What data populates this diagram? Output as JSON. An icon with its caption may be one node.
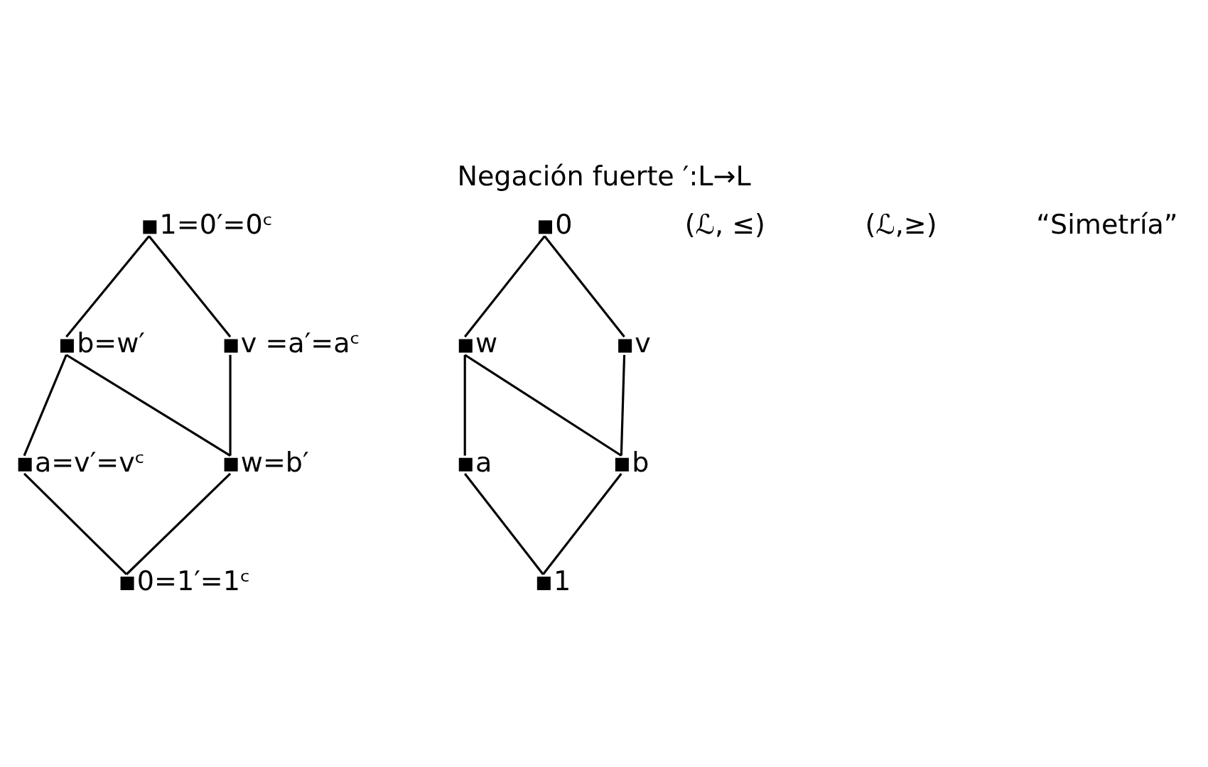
{
  "diagram": {
    "title": "Negación fuerte ′:L→L",
    "nodes": [
      {
        "text": [],
        "shape": "point",
        "beside": [
          "1=0′=0ᶜ"
        ]
      },
      {
        "text": [],
        "shape": "point",
        "beside": [
          "b=w′"
        ]
      },
      {
        "text": [],
        "shape": "point",
        "beside": [
          "v =a′=aᶜ"
        ]
      },
      {
        "text": [],
        "shape": "point",
        "beside": [
          "a=v′=vᶜ"
        ]
      },
      {
        "text": [],
        "shape": "point",
        "beside": [
          "w=b′"
        ]
      },
      {
        "text": [],
        "shape": "point",
        "beside": [
          "0=1′=1ᶜ"
        ]
      },
      {
        "text": [],
        "shape": "point",
        "beside": [
          "0"
        ]
      },
      {
        "text": [],
        "shape": "point",
        "beside": [
          "w"
        ]
      },
      {
        "text": [],
        "shape": "point",
        "beside": [
          "v"
        ]
      },
      {
        "text": [],
        "shape": "point",
        "beside": [
          "a"
        ]
      },
      {
        "text": [],
        "shape": "point",
        "beside": [
          "b"
        ]
      },
      {
        "text": [],
        "shape": "point",
        "beside": [
          "1"
        ]
      }
    ],
    "edges": [
      {
        "from": 0,
        "to": 1,
        "arrow": "none"
      },
      {
        "from": 0,
        "to": 2,
        "arrow": "none"
      },
      {
        "from": 1,
        "to": 3,
        "arrow": "none"
      },
      {
        "from": 1,
        "to": 4,
        "arrow": "none"
      },
      {
        "from": 2,
        "to": 4,
        "arrow": "none"
      },
      {
        "from": 3,
        "to": 5,
        "arrow": "none"
      },
      {
        "from": 4,
        "to": 5,
        "arrow": "none"
      },
      {
        "from": 6,
        "to": 8,
        "arrow": "none"
      },
      {
        "from": 6,
        "to": 7,
        "arrow": "none"
      },
      {
        "from": 7,
        "to": 9,
        "arrow": "none"
      },
      {
        "from": 7,
        "to": 10,
        "arrow": "none"
      },
      {
        "from": 8,
        "to": 10,
        "arrow": "none"
      },
      {
        "from": 9,
        "to": 11,
        "arrow": "none"
      },
      {
        "from": 10,
        "to": 11,
        "arrow": "none"
      }
    ],
    "labels": [
      "(ℒ, ≤)",
      "(ℒ,≥)",
      "“Simetría”"
    ]
  }
}
